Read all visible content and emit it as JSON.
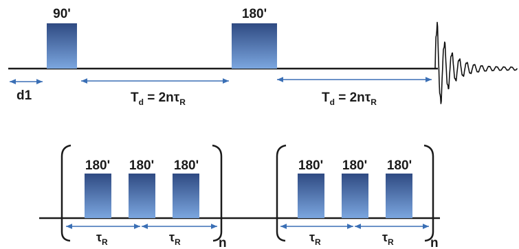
{
  "top_sequence": {
    "pulse_90_label": "90'",
    "pulse_180_label": "180'",
    "d1_label": "d1",
    "delay_1": {
      "main": "T",
      "sub": "d",
      "mid": " = 2nτ",
      "sub2": "R"
    },
    "delay_2": {
      "main": "T",
      "sub": "d",
      "mid": " = 2nτ",
      "sub2": "R"
    }
  },
  "bottom_blocks": [
    {
      "pulse_labels": [
        "180'",
        "180'",
        "180'"
      ],
      "tau_labels": [
        {
          "main": "τ",
          "sub": "R"
        },
        {
          "main": "τ",
          "sub": "R"
        }
      ],
      "repeat_label": "n"
    },
    {
      "pulse_labels": [
        "180'",
        "180'",
        "180'"
      ],
      "tau_labels": [
        {
          "main": "τ",
          "sub": "R"
        },
        {
          "main": "τ",
          "sub": "R"
        }
      ],
      "repeat_label": "n"
    }
  ],
  "colors": {
    "pulse_top": "#2f4a82",
    "pulse_bottom": "#7ba6df",
    "line": "#1a1a1a",
    "arrow": "#3a6fb5"
  }
}
